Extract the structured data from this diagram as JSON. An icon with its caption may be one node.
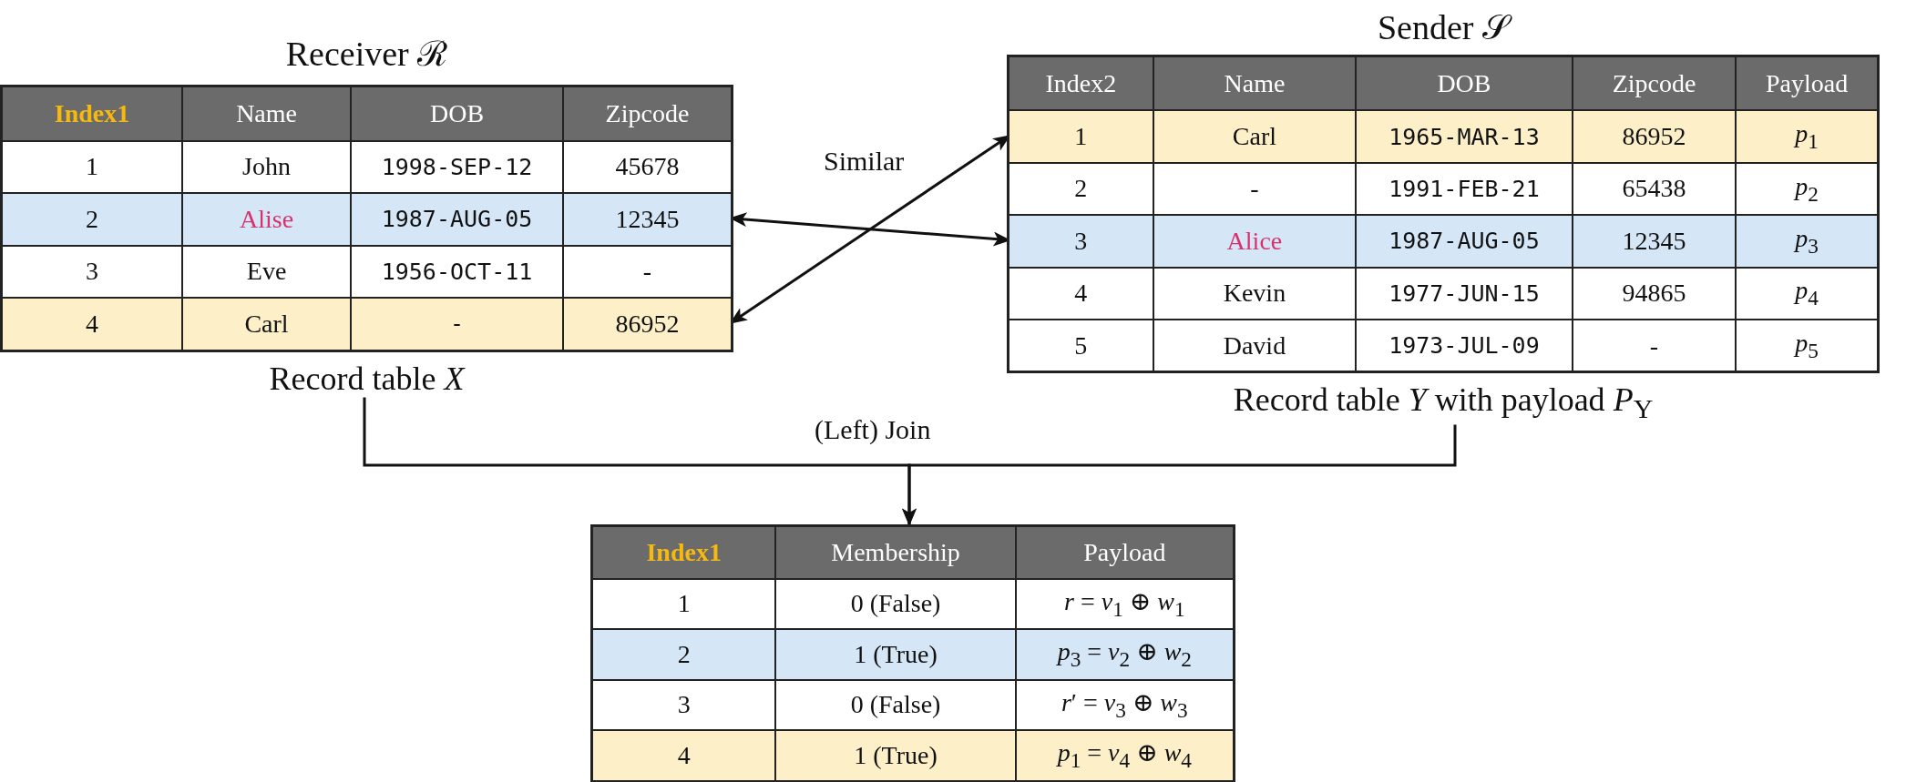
{
  "diagram": {
    "nodes": [
      {
        "text": [
          "Receiver ℛ"
        ],
        "beside": [
          "Record table *X*"
        ]
      },
      {
        "text": [
          "Index1",
          "Name",
          "DOB",
          "Zipcode"
        ],
        "in": 0
      },
      {
        "text": [
          "1",
          "John",
          "1998-SEP-12",
          "45678"
        ],
        "in": 0
      },
      {
        "text": [
          "2",
          "Alise",
          "1987-AUG-05",
          "12345"
        ],
        "in": 0
      },
      {
        "text": [
          "3",
          "Eve",
          "1956-OCT-11",
          "-"
        ],
        "in": 0
      },
      {
        "text": [
          "4",
          "Carl",
          "-",
          "86952"
        ],
        "in": 0
      },
      {
        "text": [
          "Sender 𝒮"
        ],
        "beside": [
          "Record table *Y* with payload *P*$_{Y}$"
        ]
      },
      {
        "text": [
          "Index2",
          "Name",
          "DOB",
          "Zipcode",
          "Payload"
        ],
        "in": 6
      },
      {
        "text": [
          "1",
          "Carl",
          "1965-MAR-13",
          "86952",
          "*p*$_{1}$"
        ],
        "in": 6
      },
      {
        "text": [
          "2",
          "-",
          "1991-FEB-21",
          "65438",
          "*p*$_{2}$"
        ],
        "in": 6
      },
      {
        "text": [
          "3",
          "Alice",
          "1987-AUG-05",
          "12345",
          "*p*$_{3}$"
        ],
        "in": 6
      },
      {
        "text": [
          "4",
          "Kevin",
          "1977-JUN-15",
          "94865",
          "*p*$_{4}$"
        ],
        "in": 6
      },
      {
        "text": [
          "5",
          "David",
          "1973-JUL-09",
          "-",
          "*p*$_{5}$"
        ],
        "in": 6
      },
      {
        "text": [],
        "shape": "box"
      },
      {
        "text": [
          "Index1",
          "Membership",
          "Payload"
        ],
        "in": 13
      },
      {
        "text": [
          "1",
          "0 (False)",
          "*r* = *v*$_{1}$ ⊕ *w*$_{1}$"
        ],
        "in": 13
      },
      {
        "text": [
          "2",
          "1 (True)",
          "*p*$_{3}$ = *v*$_{2}$ ⊕ *w*$_{2}$"
        ],
        "in": 13
      },
      {
        "text": [
          "3",
          "0 (False)",
          "*r*′ = *v*$_{3}$ ⊕ *w*$_{3}$"
        ],
        "in": 13
      },
      {
        "text": [
          "4",
          "1 (True)",
          "*p*$_{1}$ = *v*$_{4}$ ⊕ *w*$_{4}$"
        ],
        "in": 13
      }
    ],
    "edges": [
      {
        "from": 3,
        "to": 10,
        "arrow": "both"
      },
      {
        "from": 5,
        "to": 8,
        "arrow": "both",
        "label": "Similar"
      },
      {
        "from": 0,
        "to": 13,
        "arrow": "to",
        "label": "(Left) Join"
      },
      {
        "from": 6,
        "to": 13,
        "arrow": "to"
      }
    ]
  }
}
